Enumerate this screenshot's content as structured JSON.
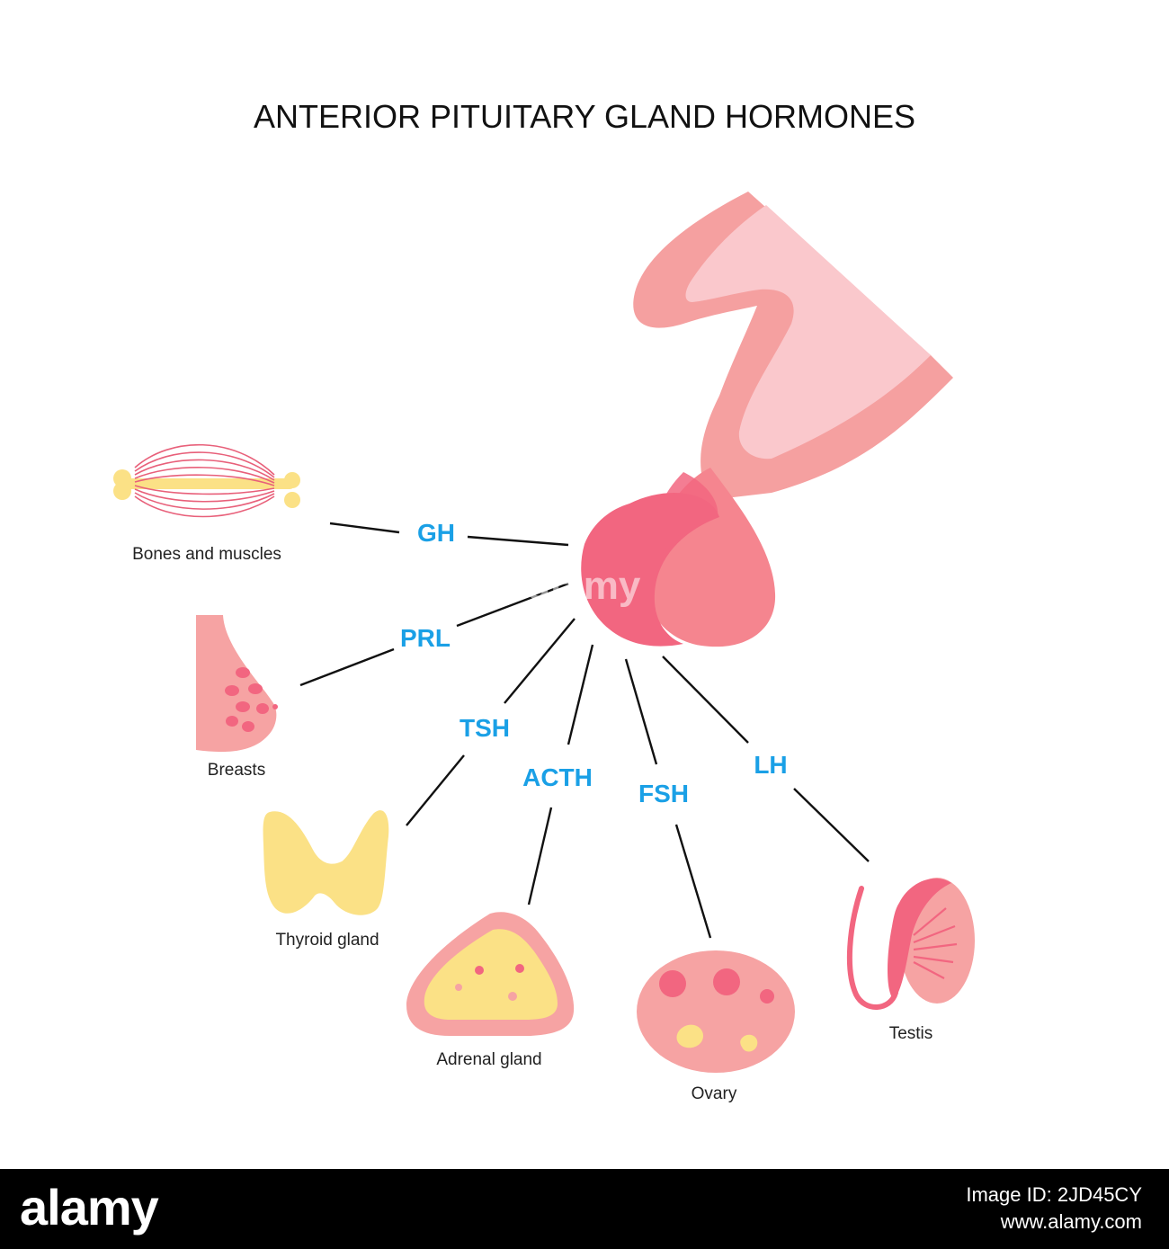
{
  "title": "ANTERIOR PITUITARY GLAND HORMONES",
  "hormones": {
    "gh": "GH",
    "prl": "PRL",
    "tsh": "TSH",
    "acth": "ACTH",
    "fsh": "FSH",
    "lh": "LH"
  },
  "organs": {
    "bones": "Bones and muscles",
    "breasts": "Breasts",
    "thyroid": "Thyroid gland",
    "adrenal": "Adrenal gland",
    "ovary": "Ovary",
    "testis": "Testis"
  },
  "watermark": "alamy",
  "footer": {
    "brand": "alamy",
    "image_id": "Image ID: 2JD45CY",
    "url": "www.alamy.com"
  },
  "colors": {
    "hormone_label": "#1aa0e6",
    "gland_dark": "#f26680",
    "gland_light": "#f5858f",
    "stalk": "#f5a0a0",
    "stalk_light": "#fac8cc",
    "organ_yellow": "#fbe186",
    "organ_pink": "#f6a3a3"
  }
}
